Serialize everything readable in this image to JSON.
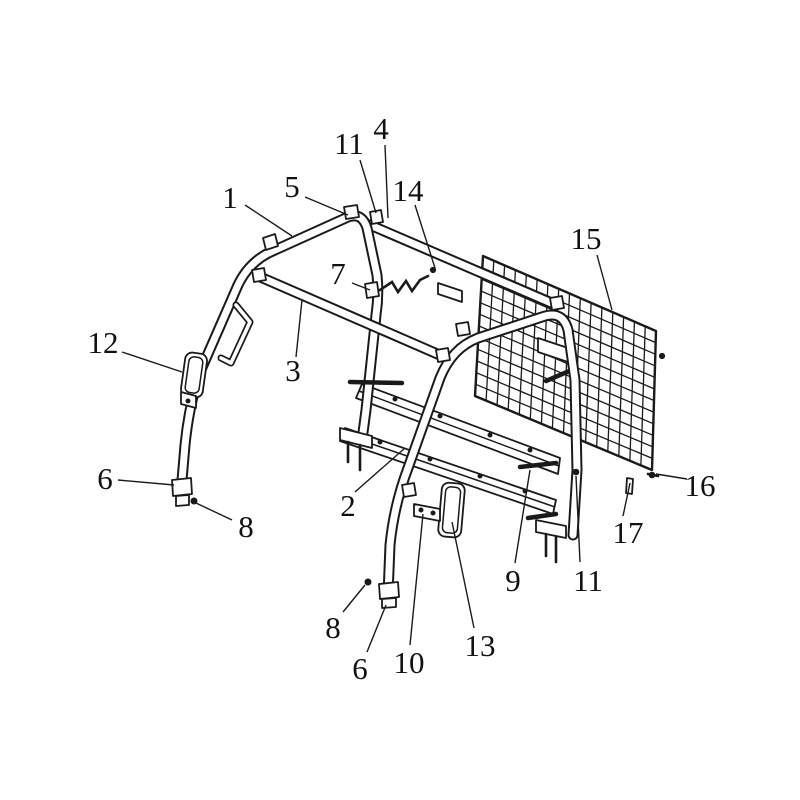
{
  "callouts": [
    "1",
    "5",
    "11",
    "4",
    "14",
    "15",
    "7",
    "3",
    "12",
    "6",
    "8",
    "2",
    "9",
    "11",
    "17",
    "16",
    "10",
    "13",
    "8",
    "6"
  ],
  "colors": {
    "line": "#1a1a1a",
    "background": "#ffffff"
  }
}
